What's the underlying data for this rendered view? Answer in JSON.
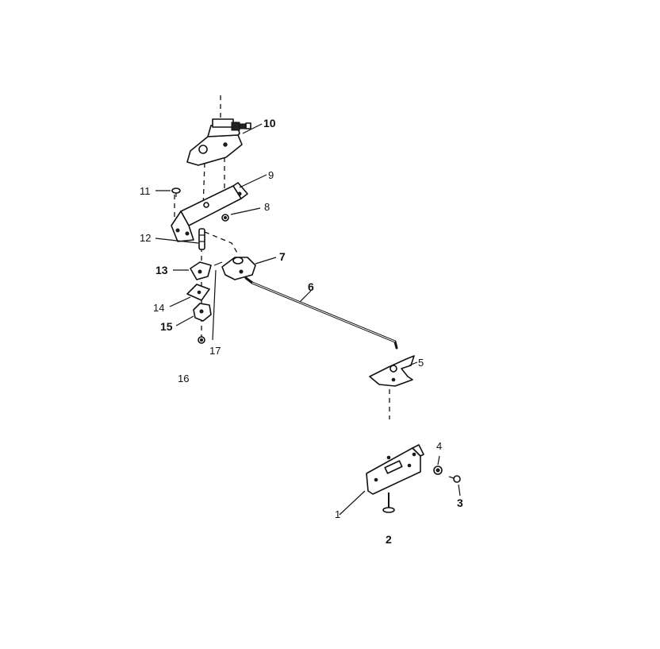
{
  "diagram": {
    "part_labels": {
      "p1": "1",
      "p2": "2",
      "p3": "3",
      "p4": "4",
      "p5": "5",
      "p6": "6",
      "p7": "7",
      "p8": "8",
      "p9": "9",
      "p10": "10",
      "p11": "11",
      "p12": "12",
      "p13": "13",
      "p14": "14",
      "p15": "15",
      "p16": "16",
      "p17": "17"
    }
  }
}
